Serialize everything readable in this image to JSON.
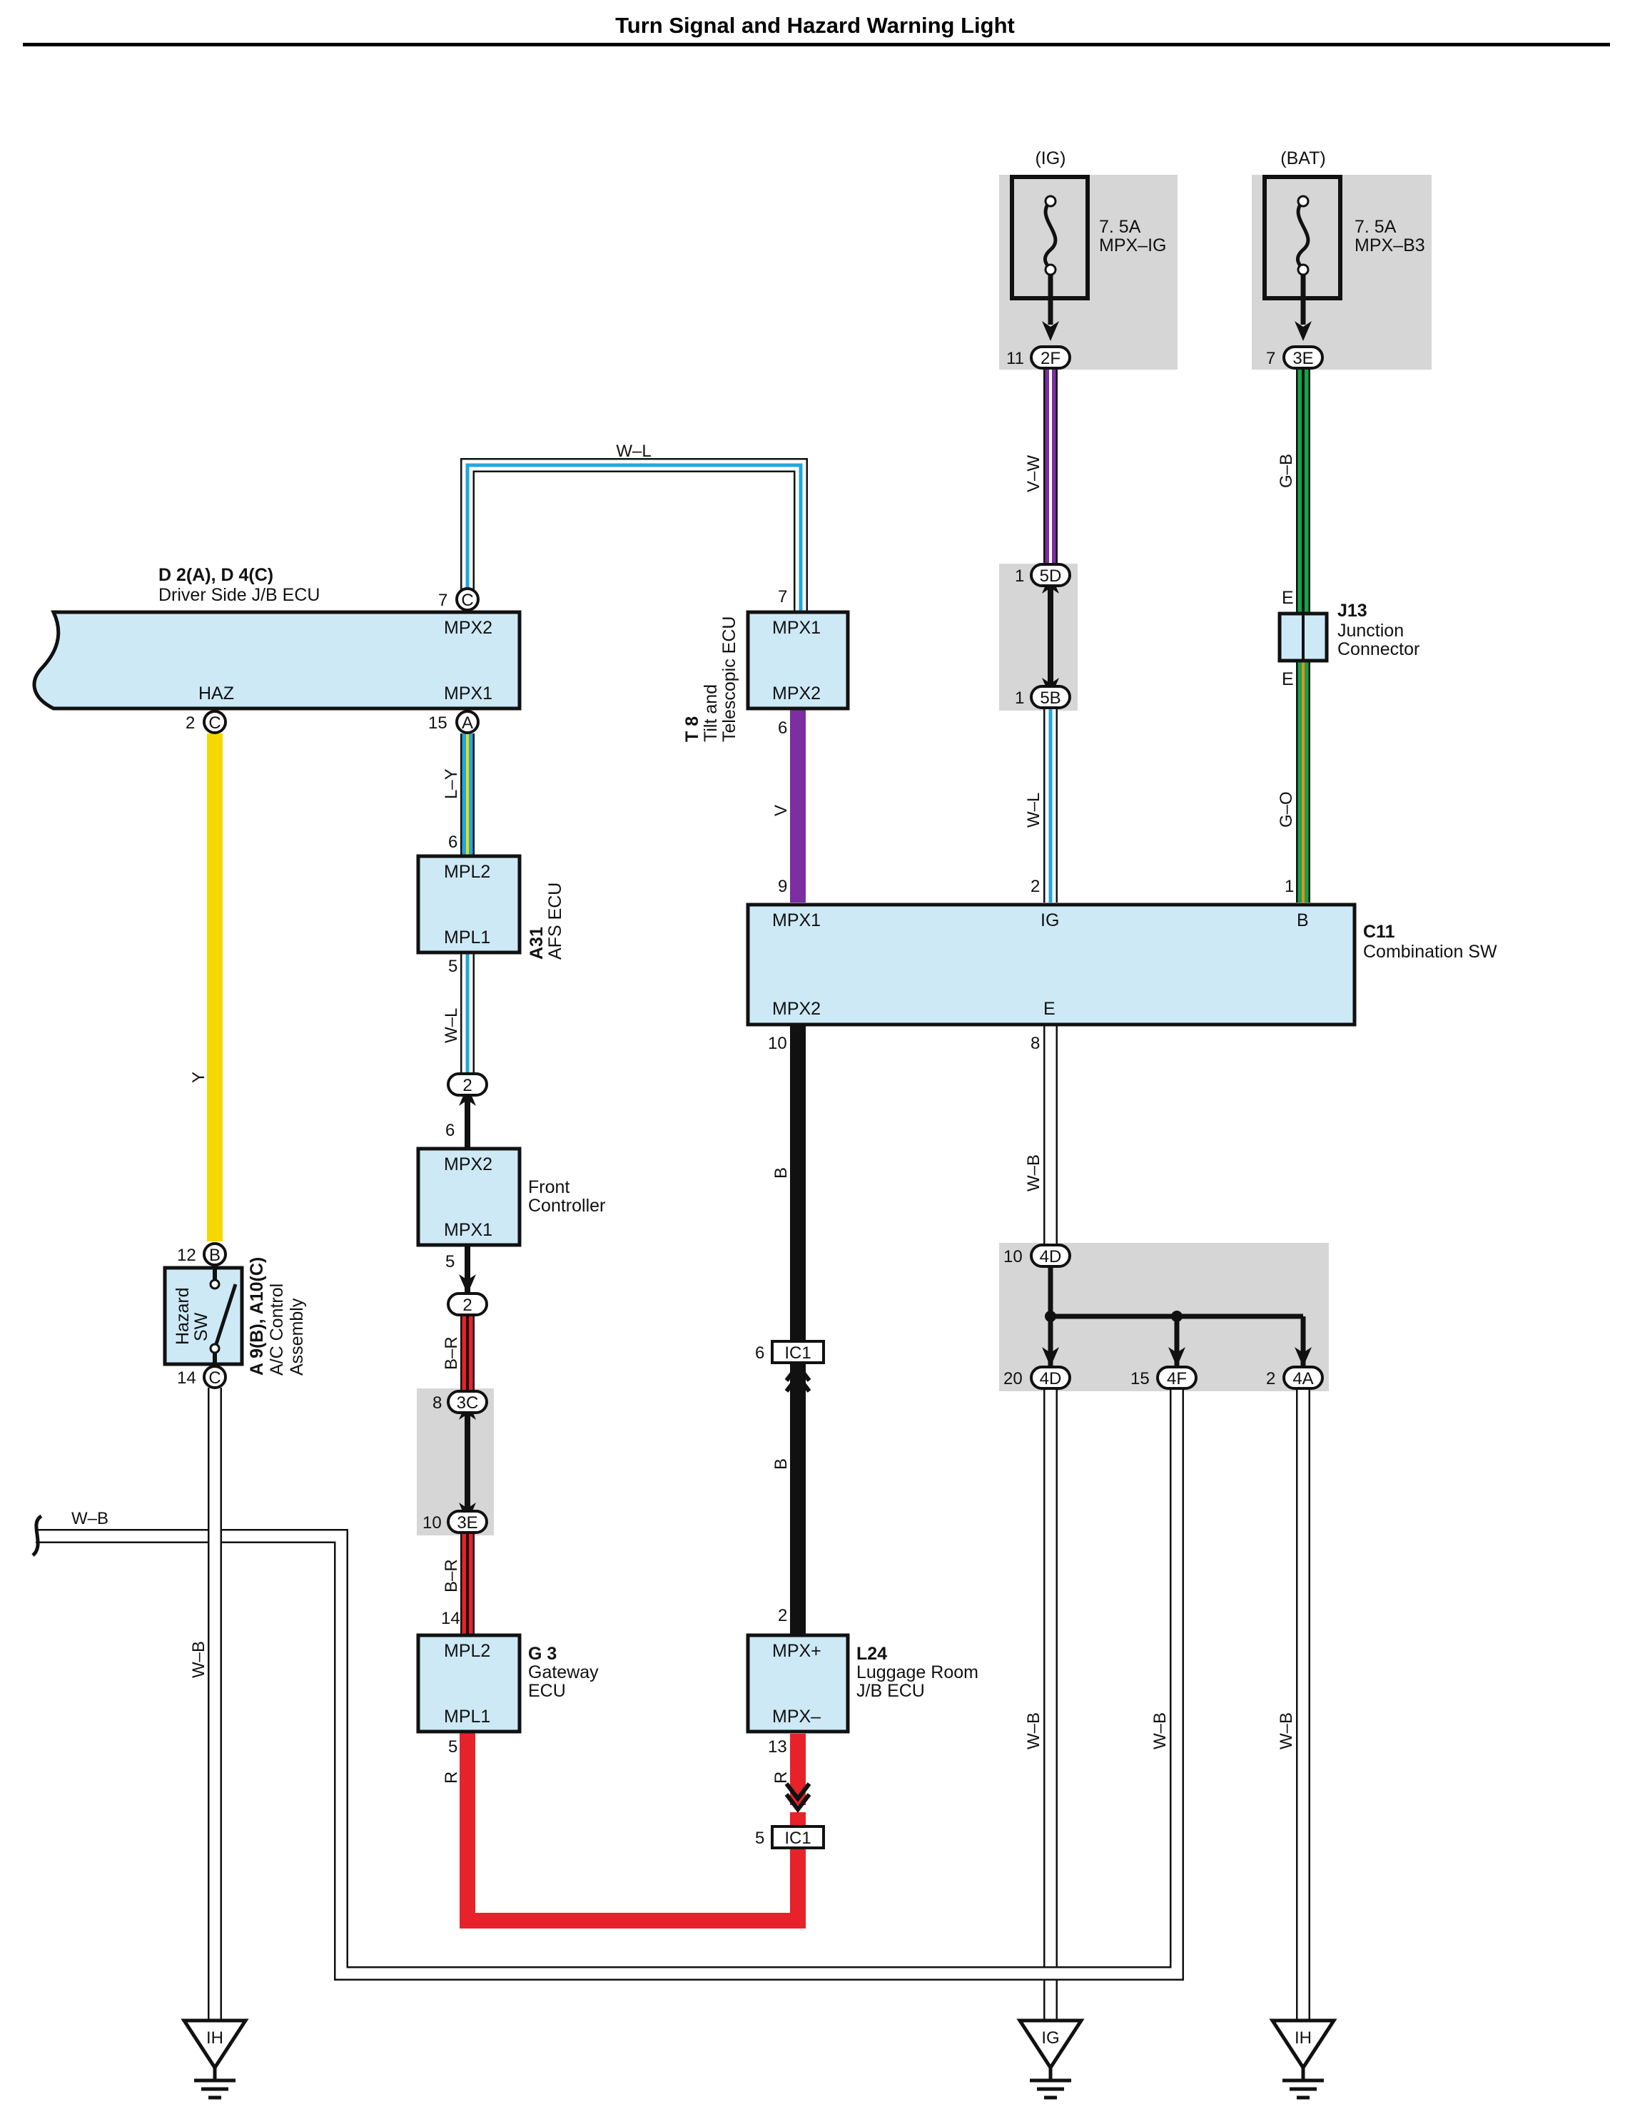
{
  "title": "Turn Signal and Hazard Warning Light",
  "colors": {
    "ecu_fill": "#cde9f6",
    "splice_fill": "#d6d6d6",
    "Y": "#f5d800",
    "V": "#7b2fa0",
    "R": "#e8222a",
    "B": "#111111",
    "L": "#21a7df",
    "G": "#16a34a",
    "O": "#f08a1c",
    "W": "#ffffff"
  },
  "sources": {
    "ig": {
      "label": "(IG)",
      "fuse_amps": "7. 5A",
      "fuse_name": "MPX–IG"
    },
    "bat": {
      "label": "(BAT)",
      "fuse_amps": "7. 5A",
      "fuse_name": "MPX–B3"
    }
  },
  "components": {
    "d2": {
      "ref": "D 2(A), D 4(C)",
      "name": "Driver Side J/B ECU",
      "t_mpx2": "MPX2",
      "t_haz": "HAZ",
      "t_mpx1": "MPX1"
    },
    "t8": {
      "ref": "T 8",
      "name1": "Tilt and",
      "name2": "Telescopic ECU",
      "t1": "MPX1",
      "t2": "MPX2"
    },
    "a31": {
      "ref": "A31",
      "name": "AFS ECU",
      "t1": "MPL2",
      "t2": "MPL1"
    },
    "fc": {
      "name1": "Front",
      "name2": "Controller",
      "t1": "MPX2",
      "t2": "MPX1"
    },
    "g3": {
      "ref": "G 3",
      "name1": "Gateway",
      "name2": "ECU",
      "t1": "MPL2",
      "t2": "MPL1"
    },
    "l24": {
      "ref": "L24",
      "name1": "Luggage Room",
      "name2": "J/B ECU",
      "t1": "MPX+",
      "t2": "MPX–"
    },
    "c11": {
      "ref": "C11",
      "name": "Combination SW",
      "t_mpx1": "MPX1",
      "t_ig": "IG",
      "t_b": "B",
      "t_mpx2": "MPX2",
      "t_e": "E"
    },
    "j13": {
      "ref": "J13",
      "name1": "Junction",
      "name2": "Connector",
      "e1": "E",
      "e2": "E"
    },
    "a9": {
      "ref": "A 9(B), A10(C)",
      "name1": "A/C Control",
      "name2": "Assembly",
      "sw1": "Hazard",
      "sw2": "SW"
    }
  },
  "connectors": {
    "c2f": "2F",
    "c3e_top": "3E",
    "c5d": "5D",
    "c5b": "5B",
    "d_c": "C",
    "d_a": "A",
    "d_c2": "C",
    "a9_b": "B",
    "a9_c": "C",
    "c2a": "2",
    "c2b": "2",
    "c3c": "3C",
    "c3e": "3E",
    "ic1a": "IC1",
    "ic1b": "IC1",
    "c4d_top": "4D",
    "c4d": "4D",
    "c4f": "4F",
    "c4a": "4A"
  },
  "pins": {
    "p11": "11",
    "p7a": "7",
    "p1a": "1",
    "p1b": "1",
    "p7b": "7",
    "p2": "2",
    "p15": "15",
    "p7c": "7",
    "p6a": "6",
    "p6b": "6",
    "p5a": "5",
    "p6c": "6",
    "p5b": "5",
    "p9": "9",
    "p2b": "2",
    "p1c": "1",
    "p10": "10",
    "p8": "8",
    "p12": "12",
    "p14": "14",
    "p8b": "8",
    "p10b": "10",
    "p14b": "14",
    "p6d": "6",
    "p2c": "2",
    "p5c": "5",
    "p13": "13",
    "p5d": "5",
    "p10c": "10",
    "p20": "20",
    "p15b": "15",
    "p2d": "2"
  },
  "wires": {
    "wl_top": "W–L",
    "vw": "V–W",
    "gb": "G–B",
    "ly": "L–Y",
    "v": "V",
    "wl_mid": "W–L",
    "go": "G–O",
    "y": "Y",
    "wl_a31": "W–L",
    "b1": "B",
    "wb_c11": "W–B",
    "br1": "B–R",
    "b2": "B",
    "wb_left": "W–B",
    "wb_a9": "W–B",
    "br2": "B–R",
    "r1": "R",
    "r2": "R",
    "wb_ig": "W–B",
    "wb_4f": "W–B",
    "wb_4a": "W–B"
  },
  "grounds": {
    "g1": "IH",
    "g2": "IG",
    "g3": "IH"
  }
}
